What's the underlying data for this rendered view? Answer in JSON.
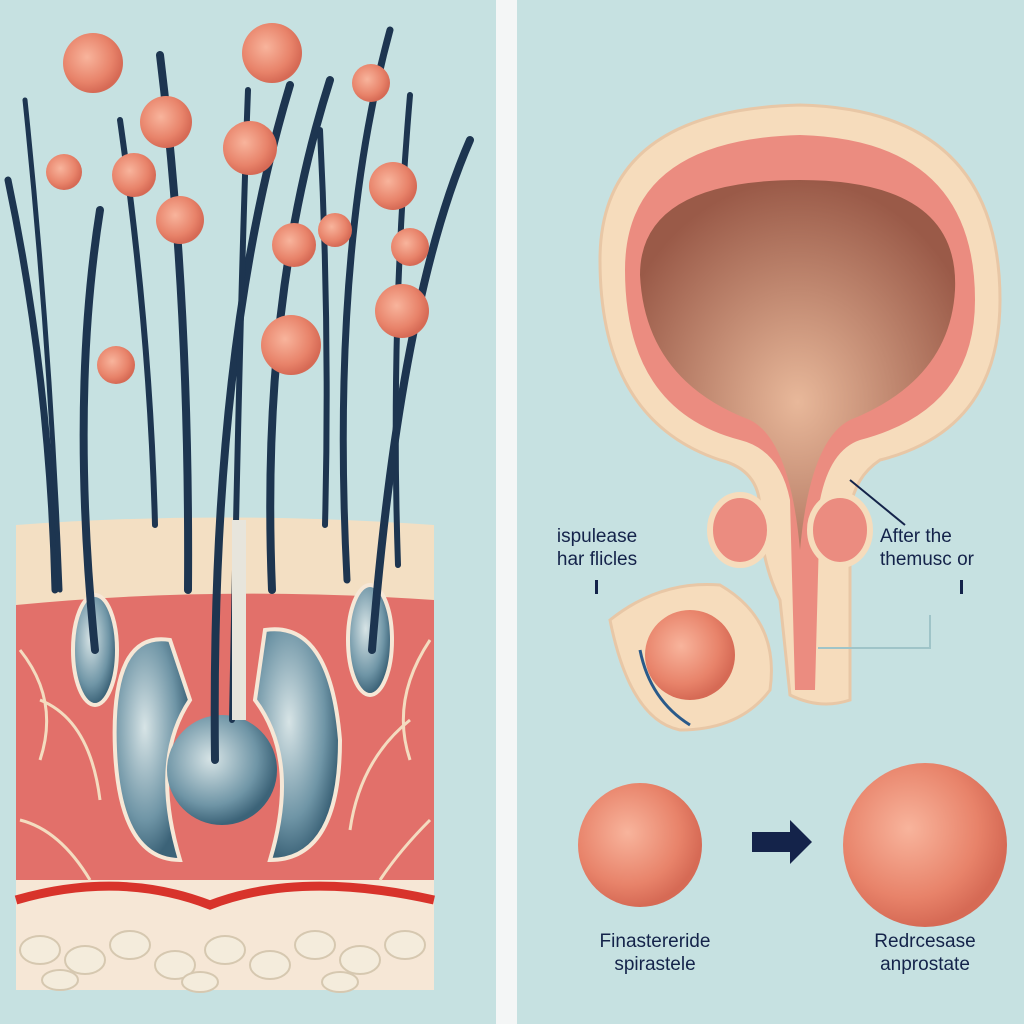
{
  "labels": {
    "left_label_line1": "ispulease",
    "left_label_line2": "har flicles",
    "right_label_line1": "After the",
    "right_label_line2": "themusc or",
    "bottom_left_line1": "Finastereride",
    "bottom_left_line2": "spirastele",
    "bottom_right_line1": "Redrcesase",
    "bottom_right_line2": "anprostate"
  },
  "colors": {
    "background": "#c6e1e1",
    "hair": "#1d3550",
    "particle": "#ec8a6e",
    "dermis": "#e2706a",
    "skin": "#f4dcc0",
    "text": "#14234a"
  }
}
